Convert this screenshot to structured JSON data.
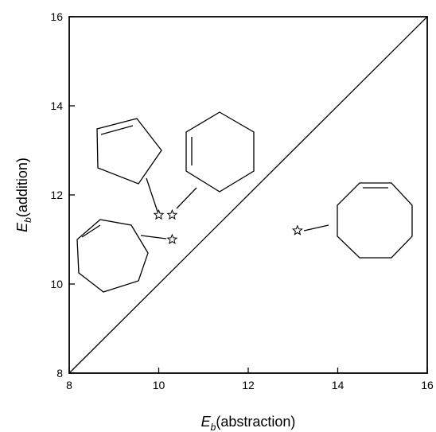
{
  "chart_data": {
    "type": "scatter",
    "xlabel": {
      "main": "E",
      "sub": "b",
      "rest": "(abstraction)"
    },
    "ylabel": {
      "main": "E",
      "sub": "b",
      "rest": "(addition)"
    },
    "xlim": [
      8,
      16
    ],
    "ylim": [
      8,
      16
    ],
    "xticks": [
      8,
      10,
      12,
      14,
      16
    ],
    "yticks": [
      8,
      10,
      12,
      14,
      16
    ],
    "grid": false,
    "reference_line": {
      "from": [
        8,
        8
      ],
      "to": [
        16,
        16
      ]
    },
    "marker": "open-star",
    "points": [
      {
        "x": 10.0,
        "y": 11.55
      },
      {
        "x": 10.3,
        "y": 11.55
      },
      {
        "x": 10.3,
        "y": 11.0
      },
      {
        "x": 13.1,
        "y": 11.2
      }
    ]
  }
}
